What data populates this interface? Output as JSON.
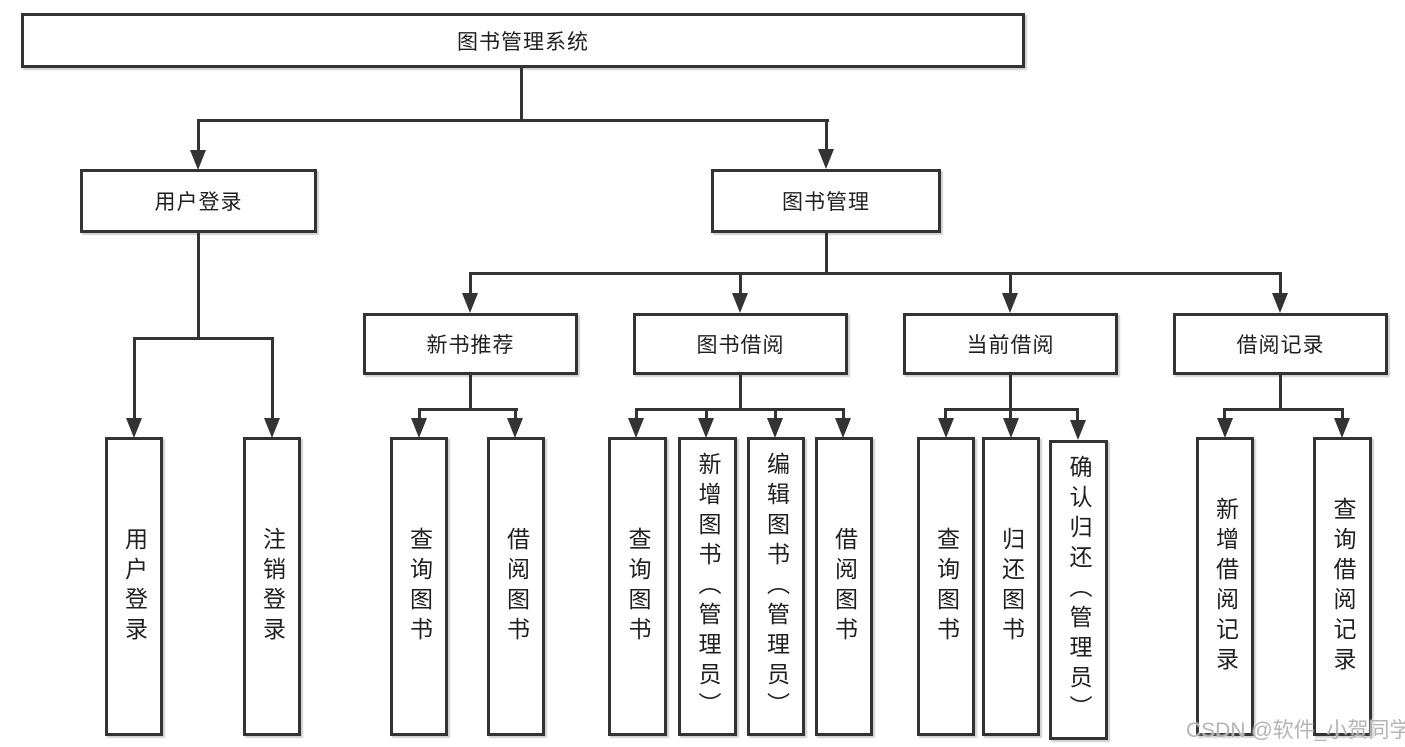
{
  "tree": {
    "root": {
      "label": "图书管理系统"
    },
    "branches": [
      {
        "label": "用户登录",
        "children": [
          {
            "label": "用户登录"
          },
          {
            "label": "注销登录"
          }
        ]
      },
      {
        "label": "图书管理",
        "children": [
          {
            "label": "新书推荐",
            "children": [
              {
                "label": "查询图书"
              },
              {
                "label": "借阅图书"
              }
            ]
          },
          {
            "label": "图书借阅",
            "children": [
              {
                "label": "查询图书"
              },
              {
                "label": "新增图书（管理员）"
              },
              {
                "label": "编辑图书（管理员）"
              },
              {
                "label": "借阅图书"
              }
            ]
          },
          {
            "label": "当前借阅",
            "children": [
              {
                "label": "查询图书"
              },
              {
                "label": "归还图书"
              },
              {
                "label": "确认归还（管理员）"
              }
            ]
          },
          {
            "label": "借阅记录",
            "children": [
              {
                "label": "新增借阅记录"
              },
              {
                "label": "查询借阅记录"
              }
            ]
          }
        ]
      }
    ]
  },
  "watermark": {
    "text": "CSDN @软件_小贺同学"
  },
  "colors": {
    "line": "#333333",
    "text": "#1f1f1f",
    "background": "#ffffff",
    "watermark": "#b5b5b5"
  }
}
